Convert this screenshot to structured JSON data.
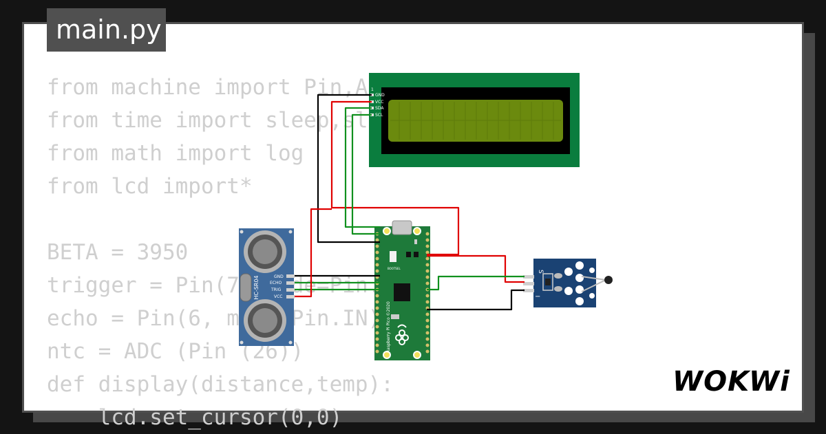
{
  "file_tab": {
    "label": "main.py"
  },
  "code_lines": [
    "from machine import Pin,ADC,I2C",
    "from time import sleep,sleep_us",
    "from math import log",
    "from lcd import*",
    "",
    "BETA = 3950",
    "trigger = Pin(7, mode=Pin.OUT)",
    "echo = Pin(6, mode=Pin.IN)",
    "ntc = ADC (Pin (26))",
    "def display(distance,temp):",
    "    lcd.set_cursor(0,0)"
  ],
  "components": {
    "lcd": {
      "pins": [
        "GND",
        "VCC",
        "SDA",
        "SCL"
      ],
      "pin_one": "1",
      "columns": 16
    },
    "ultrasonic": {
      "model": "HC-SR04",
      "pins": [
        "GND",
        "ECHO",
        "TRIG",
        "VCC"
      ]
    },
    "pico": {
      "name": "Raspberry Pi Pico ©2020",
      "button": "BOOTSEL"
    },
    "ntc_module": {
      "label": "S",
      "minus": "−"
    }
  },
  "brand": {
    "logo": "WOKWi"
  },
  "colors": {
    "background": "#141414",
    "card": "#ffffff",
    "tab": "#505050",
    "code_text": "#cfcfcf",
    "lcd_board": "#0a7d3e",
    "lcd_screen": "#6b8a0e",
    "pico_board": "#1e7a3a",
    "sensor_board": "#3f6a9c",
    "ntc_board": "#1a4273",
    "wire_red": "#e00000",
    "wire_green": "#10901e",
    "wire_black": "#000000"
  }
}
